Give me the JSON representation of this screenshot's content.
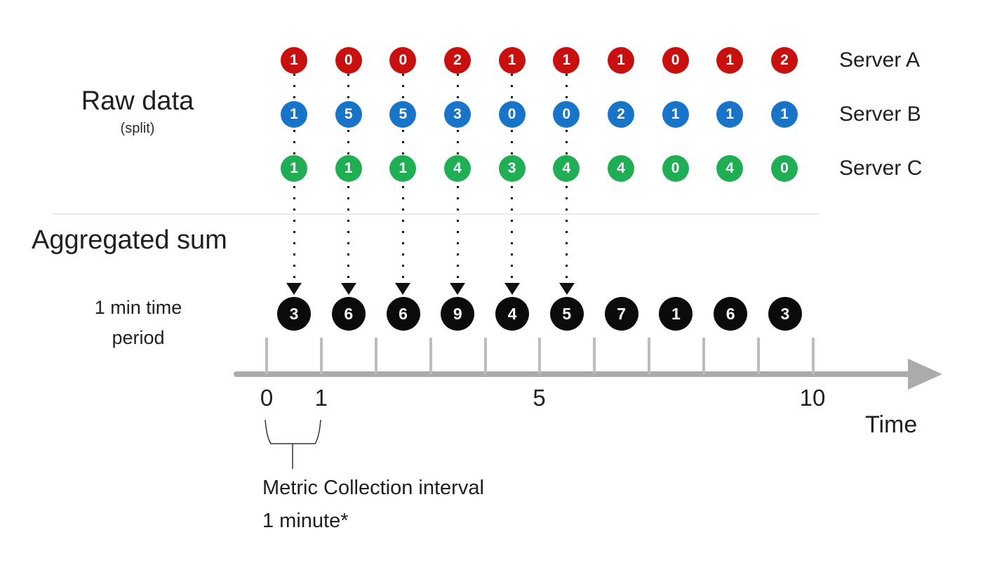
{
  "left_labels": {
    "raw_data": "Raw data",
    "raw_data_sub": "(split)",
    "aggregated_sum": "Aggregated sum",
    "time_period_line1": "1 min time",
    "time_period_line2": "period"
  },
  "servers": [
    {
      "name": "Server A",
      "color": "#c8100e",
      "values": [
        1,
        0,
        0,
        2,
        1,
        1,
        1,
        0,
        1,
        2
      ]
    },
    {
      "name": "Server B",
      "color": "#1774c8",
      "values": [
        1,
        5,
        5,
        3,
        0,
        0,
        2,
        1,
        1,
        1
      ]
    },
    {
      "name": "Server C",
      "color": "#1fae54",
      "values": [
        1,
        1,
        1,
        4,
        3,
        4,
        4,
        0,
        4,
        0
      ]
    }
  ],
  "aggregated": {
    "color": "#0b0b0b",
    "values": [
      3,
      6,
      6,
      9,
      4,
      5,
      7,
      1,
      6,
      3
    ]
  },
  "connectors": {
    "count": 6,
    "style": "dotted-arrow-down"
  },
  "timeline": {
    "axis_color": "#ababab",
    "tick_count": 11,
    "labels": [
      {
        "text": "0",
        "tick_index": 0
      },
      {
        "text": "1",
        "tick_index": 1
      },
      {
        "text": "5",
        "tick_index": 5
      },
      {
        "text": "10",
        "tick_index": 10
      }
    ],
    "axis_label": "Time"
  },
  "annotation": {
    "line1": "Metric Collection interval",
    "line2": "1 minute*"
  }
}
